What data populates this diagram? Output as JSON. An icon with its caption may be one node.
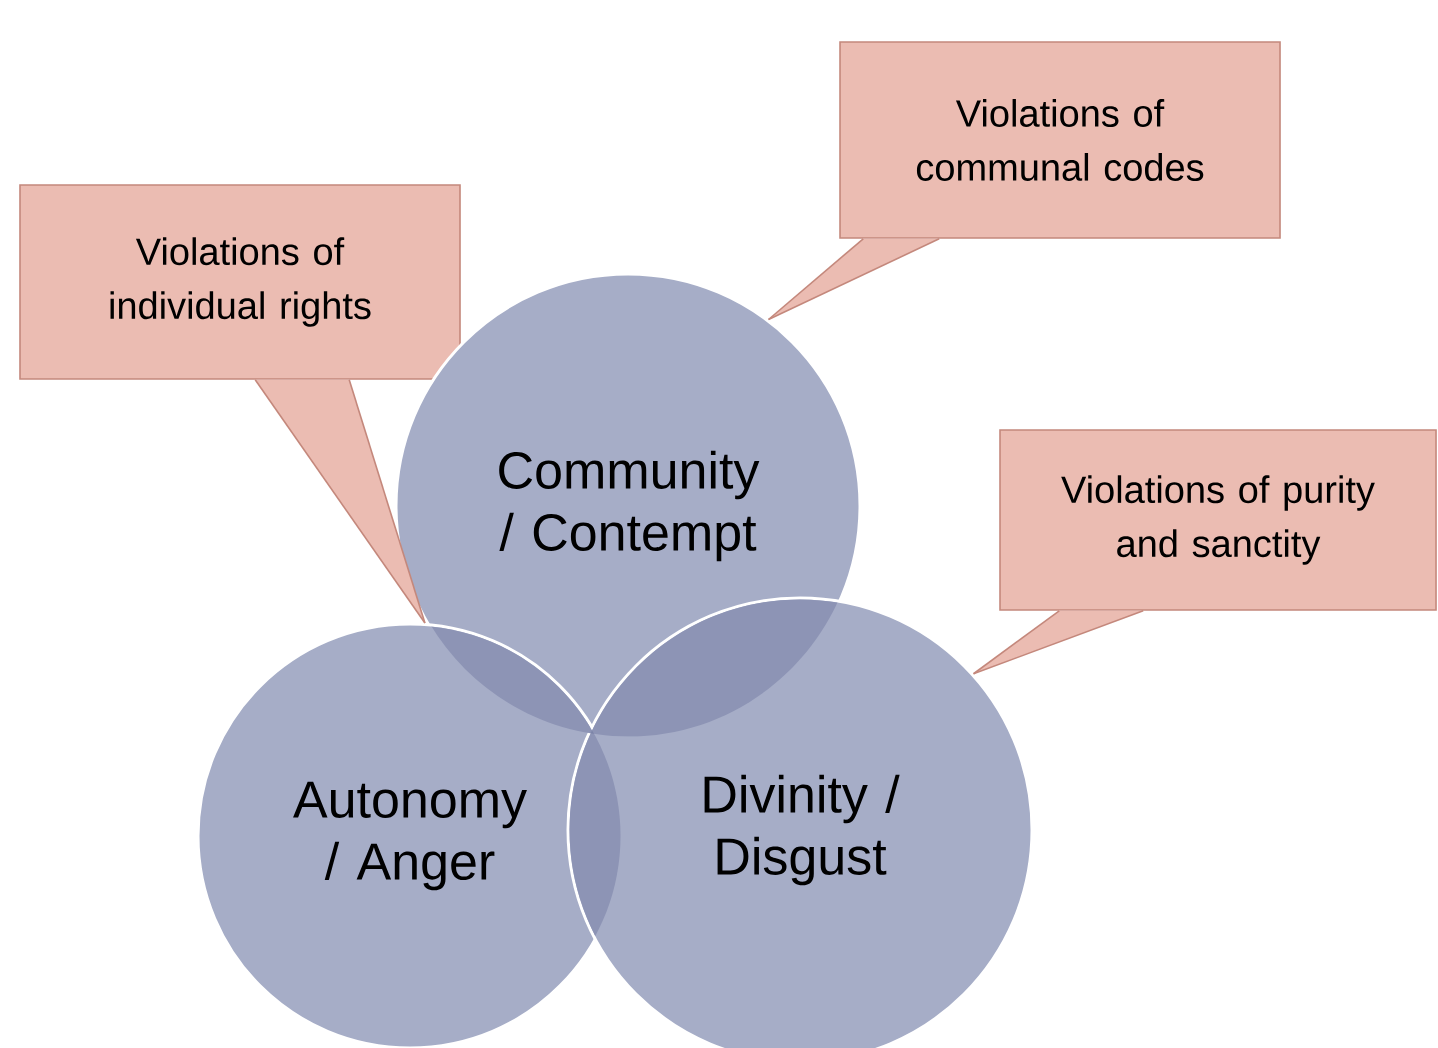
{
  "diagram": {
    "nodes": [
      {
        "text": [
          "Violations of communal codes"
        ]
      },
      {
        "text": [
          "Violations of individual rights"
        ]
      },
      {
        "text": [
          "Community / Contempt"
        ]
      },
      {
        "text": [
          "Violations of purity and sanctity"
        ]
      },
      {
        "text": [
          "Autonomy / Anger"
        ]
      },
      {
        "text": [
          "Divinity / Disgust"
        ]
      }
    ],
    "edges": [
      {
        "from": 0,
        "to": 2,
        "arrow": "none"
      },
      {
        "from": 1,
        "to": 4,
        "arrow": "none"
      },
      {
        "from": 3,
        "to": 5,
        "arrow": "none"
      }
    ]
  }
}
